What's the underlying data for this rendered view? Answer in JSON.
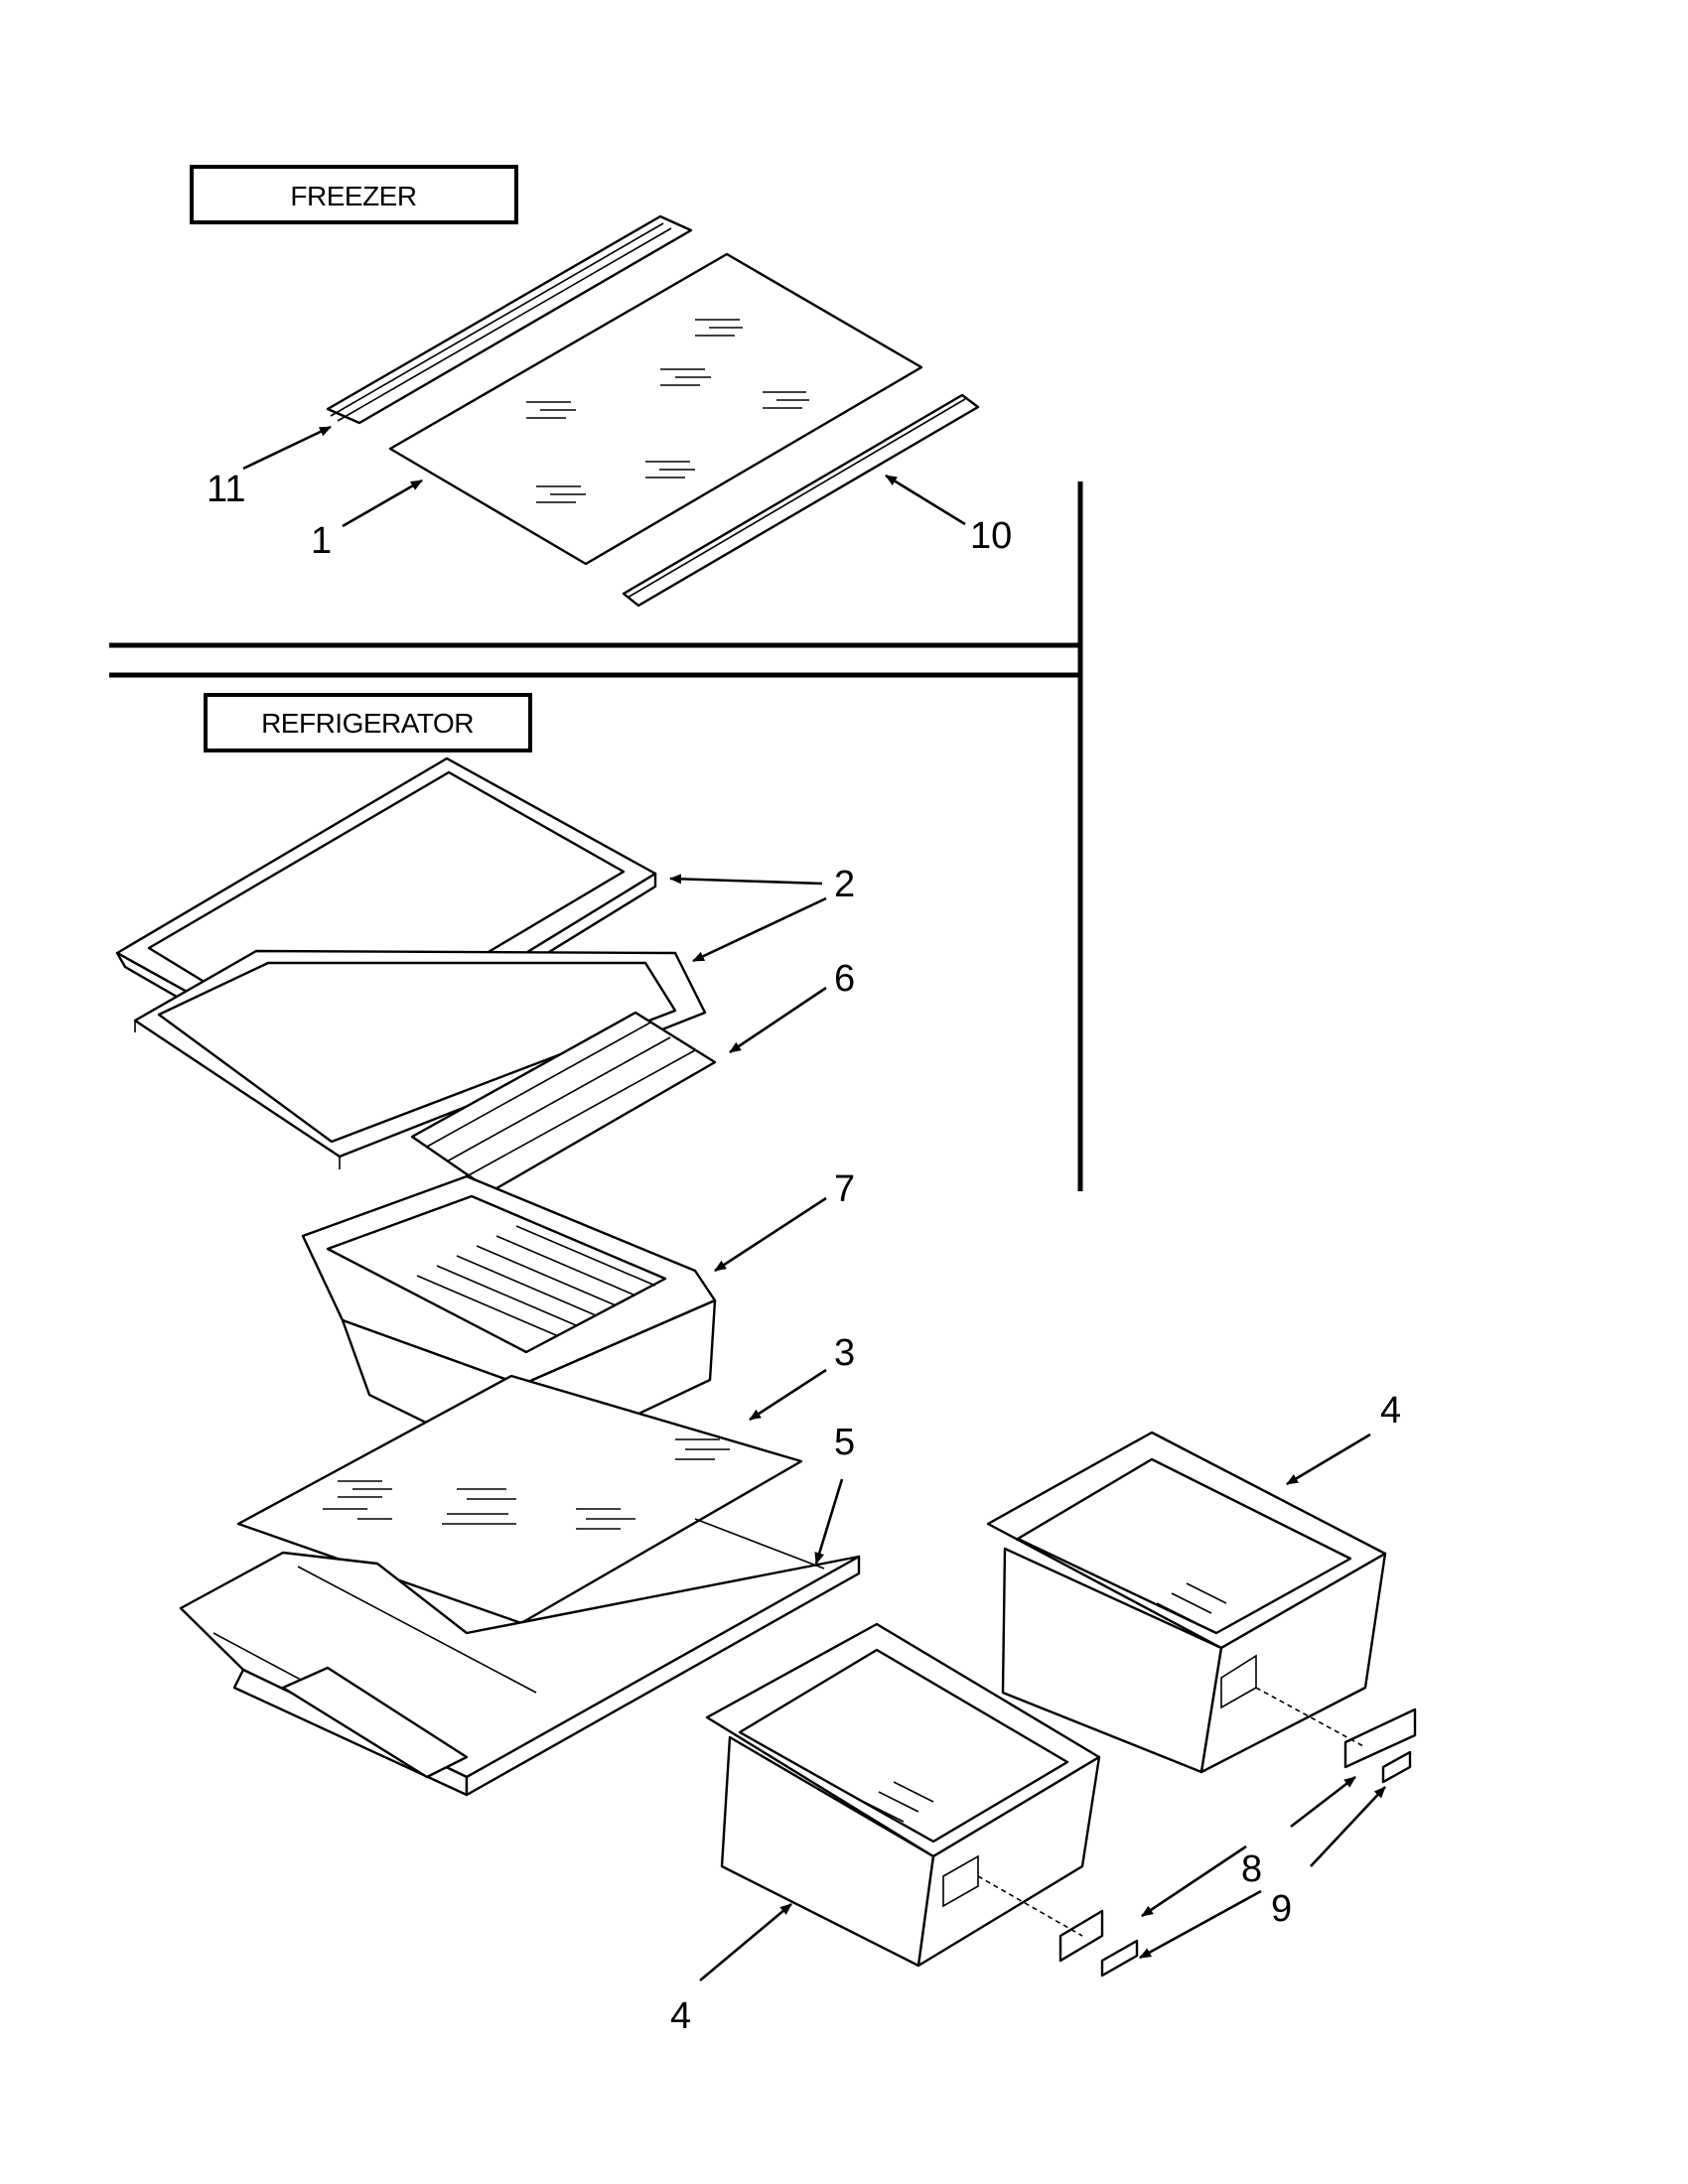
{
  "sections": {
    "freezer": "FREEZER",
    "refrigerator": "REFRIGERATOR"
  },
  "callouts": [
    "1",
    "2",
    "3",
    "4",
    "4",
    "5",
    "6",
    "7",
    "8",
    "9",
    "10",
    "11"
  ]
}
